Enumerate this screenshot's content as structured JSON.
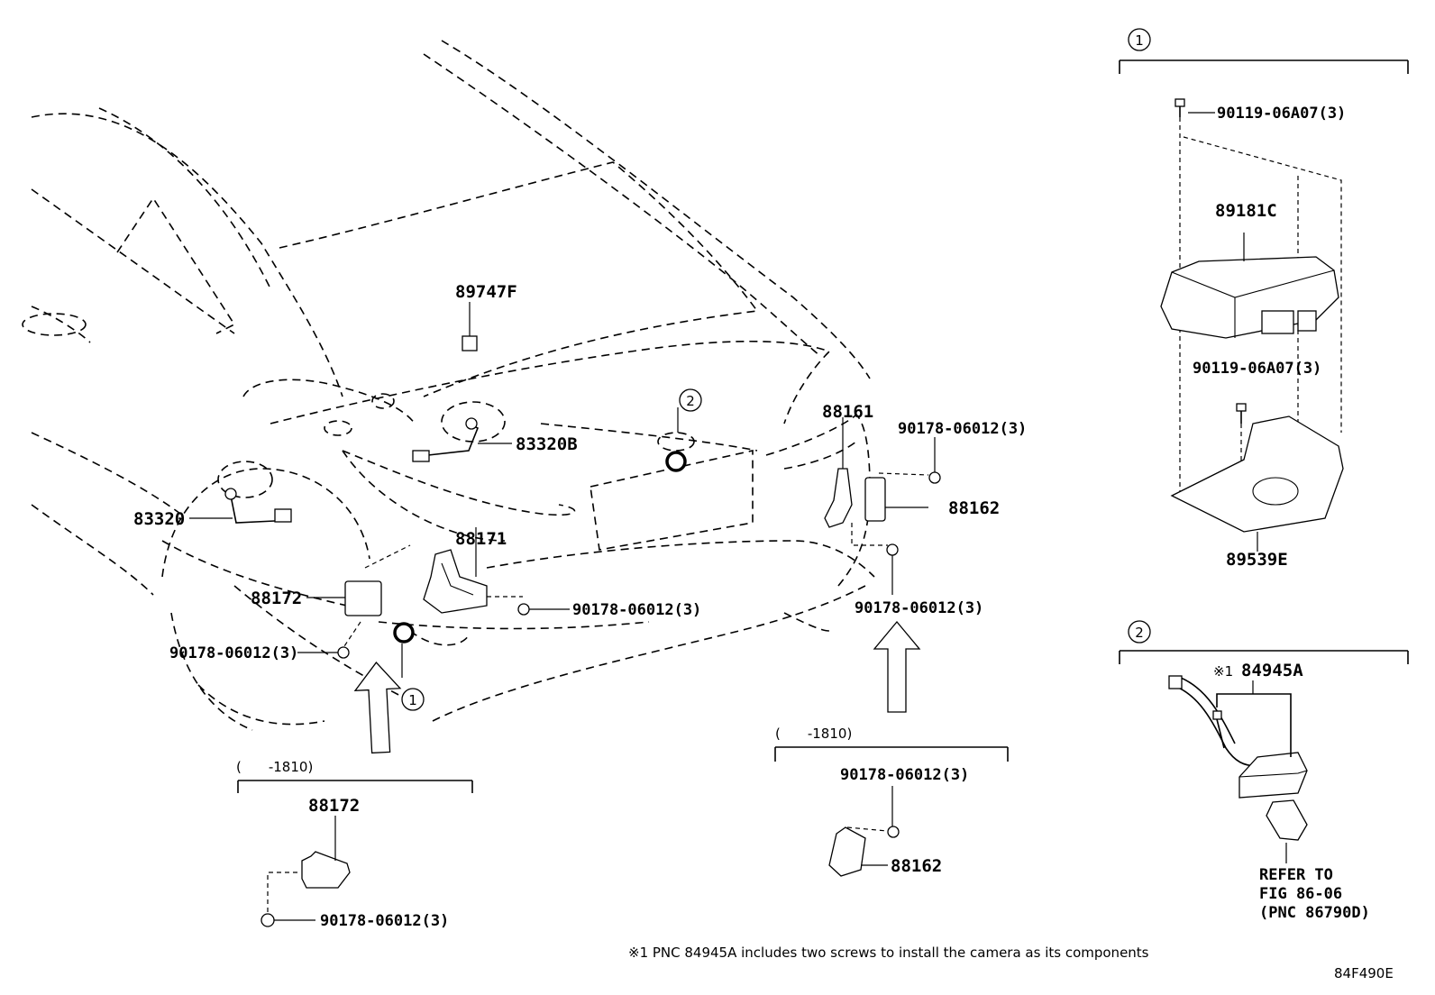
{
  "figure_code": "84F490E",
  "footnote": "※1 PNC 84945A includes two screws to install the camera as its components",
  "callouts": {
    "c1_main": "1",
    "c2_main": "2",
    "c1_detail_header": "1",
    "c2_detail_header": "2"
  },
  "main_labels": {
    "p89747F": "89747F",
    "p83320B": "83320B",
    "p83320": "83320",
    "p88171": "88171",
    "p88172": "88172",
    "bolt_center": "90178-06012(3)",
    "bolt_left": "90178-06012(3)",
    "p88161": "88161",
    "bolt_top_right": "90178-06012(3)",
    "p88162": "88162",
    "bolt_lower_right": "90178-06012(3)"
  },
  "variant_left": {
    "range": "(　　-1810)",
    "part": "88172",
    "bolt": "90178-06012(3)"
  },
  "variant_right": {
    "range": "(　　-1810)",
    "bolt": "90178-06012(3)",
    "part": "88162"
  },
  "detail1": {
    "screw_top": "90119-06A07(3)",
    "module": "89181C",
    "screw_mid": "90119-06A07(3)",
    "bracket": "89539E"
  },
  "detail2": {
    "note_mark": "※1",
    "camera": "84945A",
    "refer_line1": "REFER TO",
    "refer_line2": "FIG 86-06",
    "refer_line3": "(PNC 86790D)"
  }
}
